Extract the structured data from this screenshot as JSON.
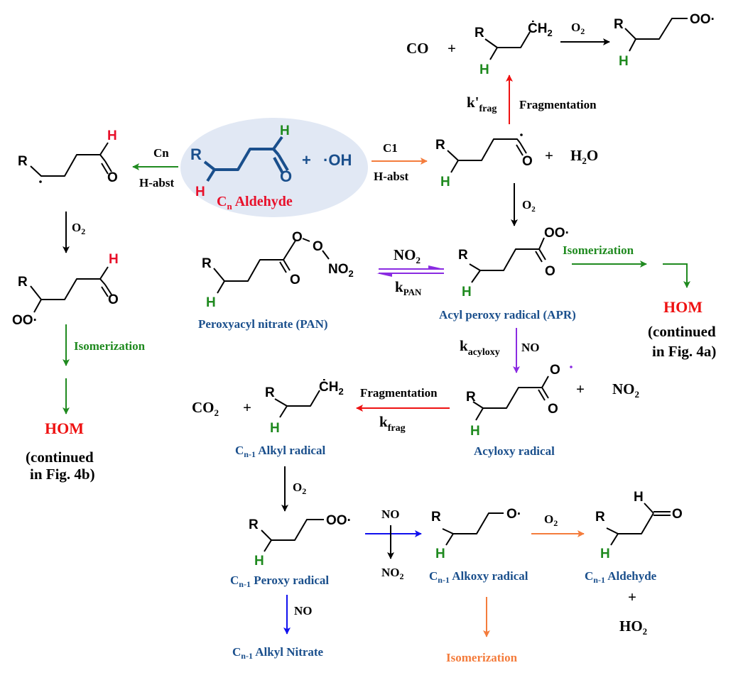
{
  "colors": {
    "black": "#000000",
    "blue_text": "#1a4f8c",
    "red": "#ee1111",
    "green": "#1f8a1f",
    "orange": "#f47c3c",
    "purple": "#8a2be2",
    "blue_arrow": "#1010ee",
    "ellipse_fill": "#e1e8f4"
  },
  "atoms": {
    "R": "R",
    "H": "H",
    "O": "O",
    "OO_rad": "OO·",
    "O_rad": "O·",
    "CH2": "ĊH",
    "sub2": "2",
    "NO2_atom": "NO",
    "O_dot": "·"
  },
  "reactant": {
    "name_main": "C",
    "name_sub": "n",
    "name_rest": " Aldehyde",
    "plus": "+",
    "oh": "·OH"
  },
  "left_path": {
    "arrow_top_label": "Cn",
    "arrow_bottom_label": "H-abst",
    "o2_label": "O",
    "o2_sub": "2",
    "iso_label": "Isomerization",
    "hom": "HOM",
    "cont_line1": "(continued",
    "cont_line2": "in Fig. 4b)"
  },
  "right_path": {
    "arrow_top_label": "C1",
    "arrow_bottom_label": "H-abst",
    "plus": "+",
    "h2o_h": "H",
    "h2o_sub": "2",
    "h2o_o": "O",
    "kfrag_prime": "k'",
    "kfrag_prime_sub": "frag",
    "frag_label": "Fragmentation",
    "co": "CO",
    "plus2": "+",
    "o2_top": "O",
    "o2_top_sub": "2",
    "o2_down": "O",
    "o2_down_sub": "2"
  },
  "apr": {
    "no2_label": "NO",
    "no2_sub": "2",
    "kpan": "k",
    "kpan_sub": "PAN",
    "pan_name": "Peroxyacyl nitrate (PAN)",
    "apr_name": "Acyl peroxy radical (APR)",
    "iso_label": "Isomerization",
    "hom": "HOM",
    "cont_line1": "(continued",
    "cont_line2": "in Fig. 4a)",
    "kacyloxy": "k",
    "kacyloxy_sub": "acyloxy",
    "no_label": "NO"
  },
  "acyloxy": {
    "name": "Acyloxy radical",
    "plus": "+",
    "no2": "NO",
    "no2_sub": "2",
    "frag_label": "Fragmentation",
    "kfrag": "k",
    "kfrag_sub": "frag",
    "co2": "CO",
    "co2_sub": "2",
    "plus2": "+",
    "alkyl_name_c": "C",
    "alkyl_name_sub": "n-1",
    "alkyl_name_rest": " Alkyl radical"
  },
  "lower": {
    "o2_label": "O",
    "o2_sub": "2",
    "peroxy_c": "C",
    "peroxy_sub": "n-1",
    "peroxy_rest": " Peroxy radical",
    "no_top": "NO",
    "no2_bottom": "NO",
    "no2_bottom_sub": "2",
    "alkoxy_c": "C",
    "alkoxy_sub": "n-1",
    "alkoxy_rest": " Alkoxy radical",
    "o2_right": "O",
    "o2_right_sub": "2",
    "ald_c": "C",
    "ald_sub": "n-1",
    "ald_rest": " Aldehyde",
    "plus": "+",
    "ho2": "HO",
    "ho2_sub": "2",
    "no_down": "NO",
    "nitrate_c": "C",
    "nitrate_sub": "n-1",
    "nitrate_rest": " Alkyl Nitrate",
    "iso_label": "Isomerization"
  }
}
